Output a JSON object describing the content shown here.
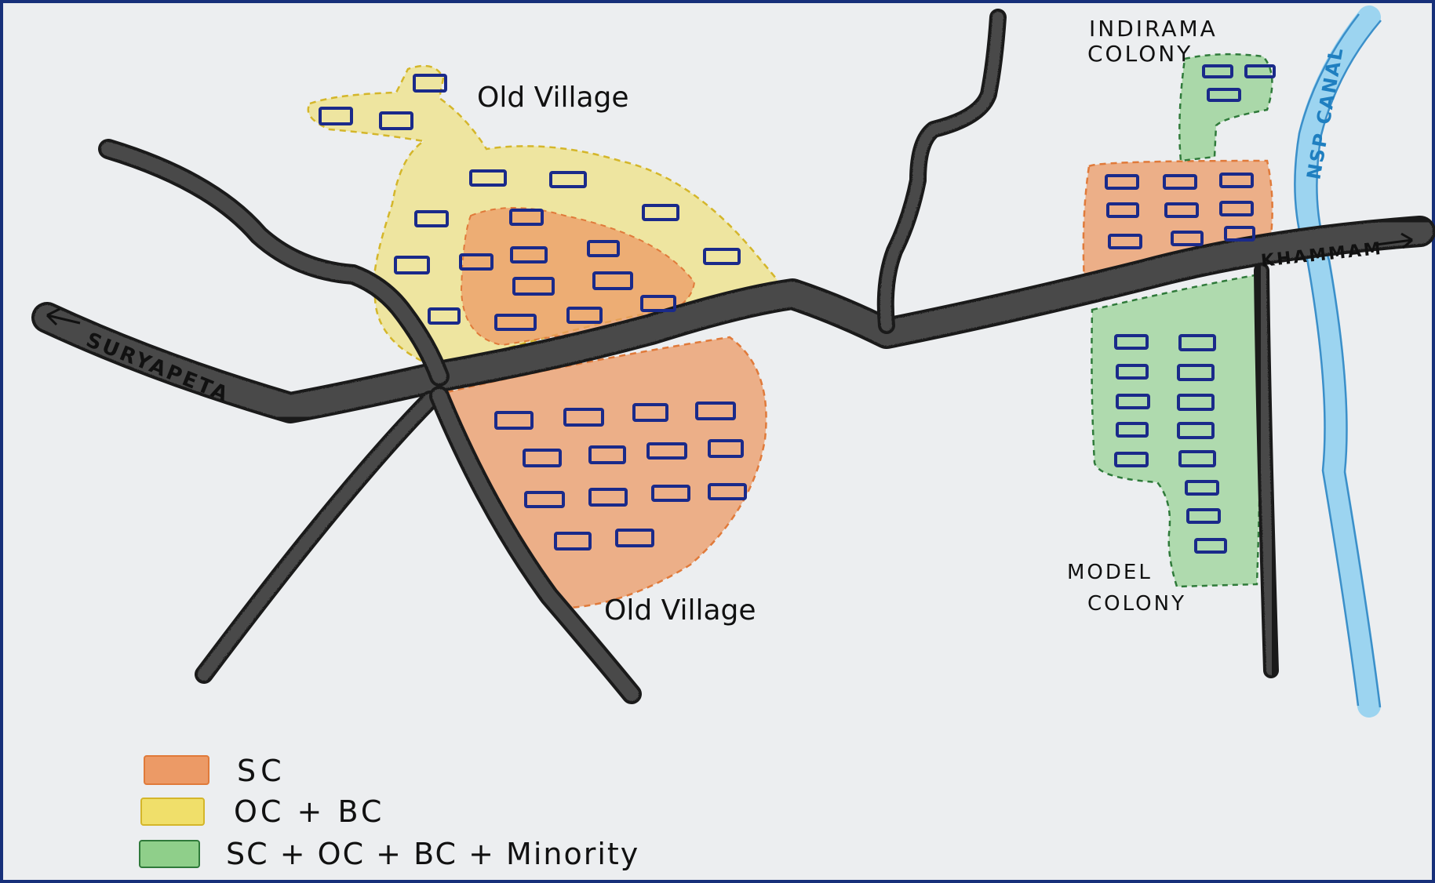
{
  "map": {
    "places": {
      "old_village_north": "Old Village",
      "old_village_south": "Old Village",
      "indirama_line1": "INDIRAMA",
      "indirama_line2": "COLONY",
      "model_line1": "MODEL",
      "model_line2": "COLONY"
    },
    "roads": {
      "west": "SURYAPETA",
      "east": "KHAMMAM"
    },
    "canal": "NSP CANAL",
    "legend": [
      {
        "label": "SC",
        "color": "#ec9a66"
      },
      {
        "label": "OC + BC",
        "color": "#f0df6a"
      },
      {
        "label": "SC + OC + BC + Minority",
        "color": "#8fcf8a"
      }
    ],
    "colors": {
      "road": "#4a4a4a",
      "canal": "#9cd4f0",
      "house": "#1a2a8a",
      "sc_zone": "#ec9a66",
      "ocbc_zone": "#f0df6a",
      "mixed_zone": "#8fcf8a"
    }
  }
}
